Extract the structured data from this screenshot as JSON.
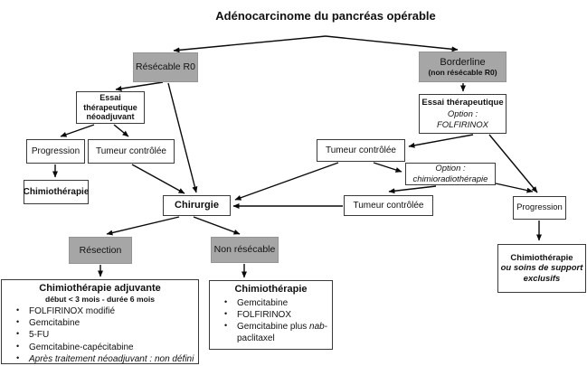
{
  "title": "Adénocarcinome du pancréas opérable",
  "colors": {
    "box_gray": "#a6a6a6",
    "box_border": "#3a3a3a",
    "arrow": "#0a0a0a",
    "background": "#ffffff"
  },
  "nodes": {
    "resecable": {
      "label": "Résécable R0"
    },
    "borderline": {
      "line1": "Borderline",
      "line2": "(non résécable R0)"
    },
    "essai_neoadjuvant": {
      "label": "Essai thérapeutique néoadjuvant"
    },
    "progression_left": {
      "label": "Progression"
    },
    "tumeur_controlee_left": {
      "label": "Tumeur contrôlée"
    },
    "chimiotherapie_left": {
      "label": "Chimiothérapie"
    },
    "chirurgie": {
      "label": "Chirurgie"
    },
    "essai_therapeutique_right": {
      "line1": "Essai thérapeutique",
      "line2": "Option : FOLFIRINOX"
    },
    "tumeur_controlee_upper_right": {
      "label": "Tumeur contrôlée"
    },
    "option_chimioradiotherapie": {
      "label": "Option : chimioradiothérapie"
    },
    "tumeur_controlee_lower_right": {
      "label": "Tumeur contrôlée"
    },
    "progression_right": {
      "label": "Progression"
    },
    "resection": {
      "label": "Résection"
    },
    "non_resecable": {
      "label": "Non résécable"
    },
    "chimio_adjuvante": {
      "title": "Chimiothérapie adjuvante",
      "subtitle": "début < 3 mois - durée 6 mois",
      "bullets": [
        "FOLFIRINOX modifié",
        "Gemcitabine",
        "5-FU",
        "Gemcitabine-capécitabine",
        "Après traitement néoadjuvant : non défini"
      ]
    },
    "chimio_non_resecable": {
      "title": "Chimiothérapie",
      "bullets": [
        "Gemcitabine",
        "FOLFIRINOX"
      ],
      "nab_bullet": {
        "pre": "Gemcitabine plus ",
        "italic": "nab",
        "post": "-paclitaxel"
      }
    },
    "chimio_support": {
      "line1": "Chimiothérapie",
      "line2": "ou soins de support",
      "line3": "exclusifs"
    }
  }
}
